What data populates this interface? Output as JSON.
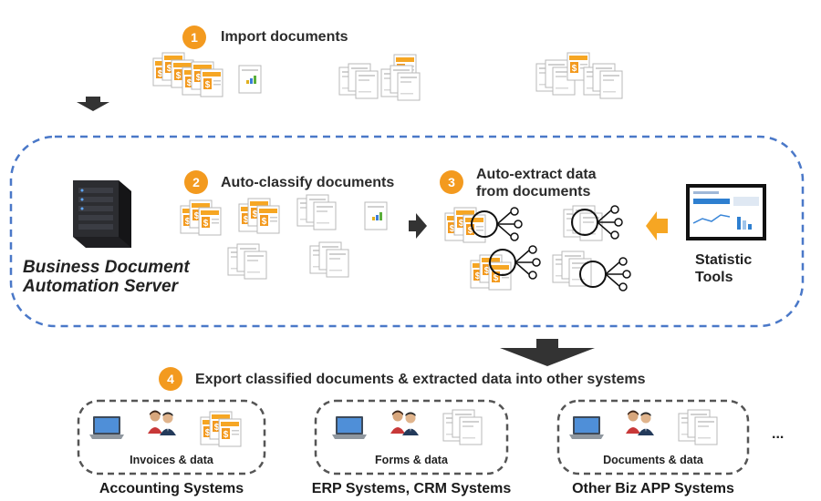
{
  "steps": {
    "import": {
      "number": "1",
      "title": "Import documents"
    },
    "classify": {
      "number": "2",
      "title": "Auto-classify documents"
    },
    "extract": {
      "number": "3",
      "title_line1": "Auto-extract data",
      "title_line2": "from documents"
    },
    "export": {
      "number": "4",
      "title": "Export classified documents & extracted data into other systems"
    }
  },
  "server": {
    "line1": "Business Document",
    "line2": "Automation Server"
  },
  "statistic_tools": {
    "line1": "Statistic",
    "line2": "Tools"
  },
  "systems": [
    {
      "box_label": "Invoices & data",
      "name": "Accounting Systems"
    },
    {
      "box_label": "Forms & data",
      "name": "ERP Systems, CRM Systems"
    },
    {
      "box_label": "Documents & data",
      "name": "Other Biz APP Systems"
    }
  ],
  "more": "...",
  "colors": {
    "accent": "#f39a1f",
    "dashed_border": "#4a78c8",
    "arrow": "#333333",
    "box_border": "#555555"
  },
  "icons": [
    "document-icon",
    "server-icon",
    "monitor-chart-icon",
    "laptop-icon",
    "people-icon",
    "node-graph-icon"
  ]
}
